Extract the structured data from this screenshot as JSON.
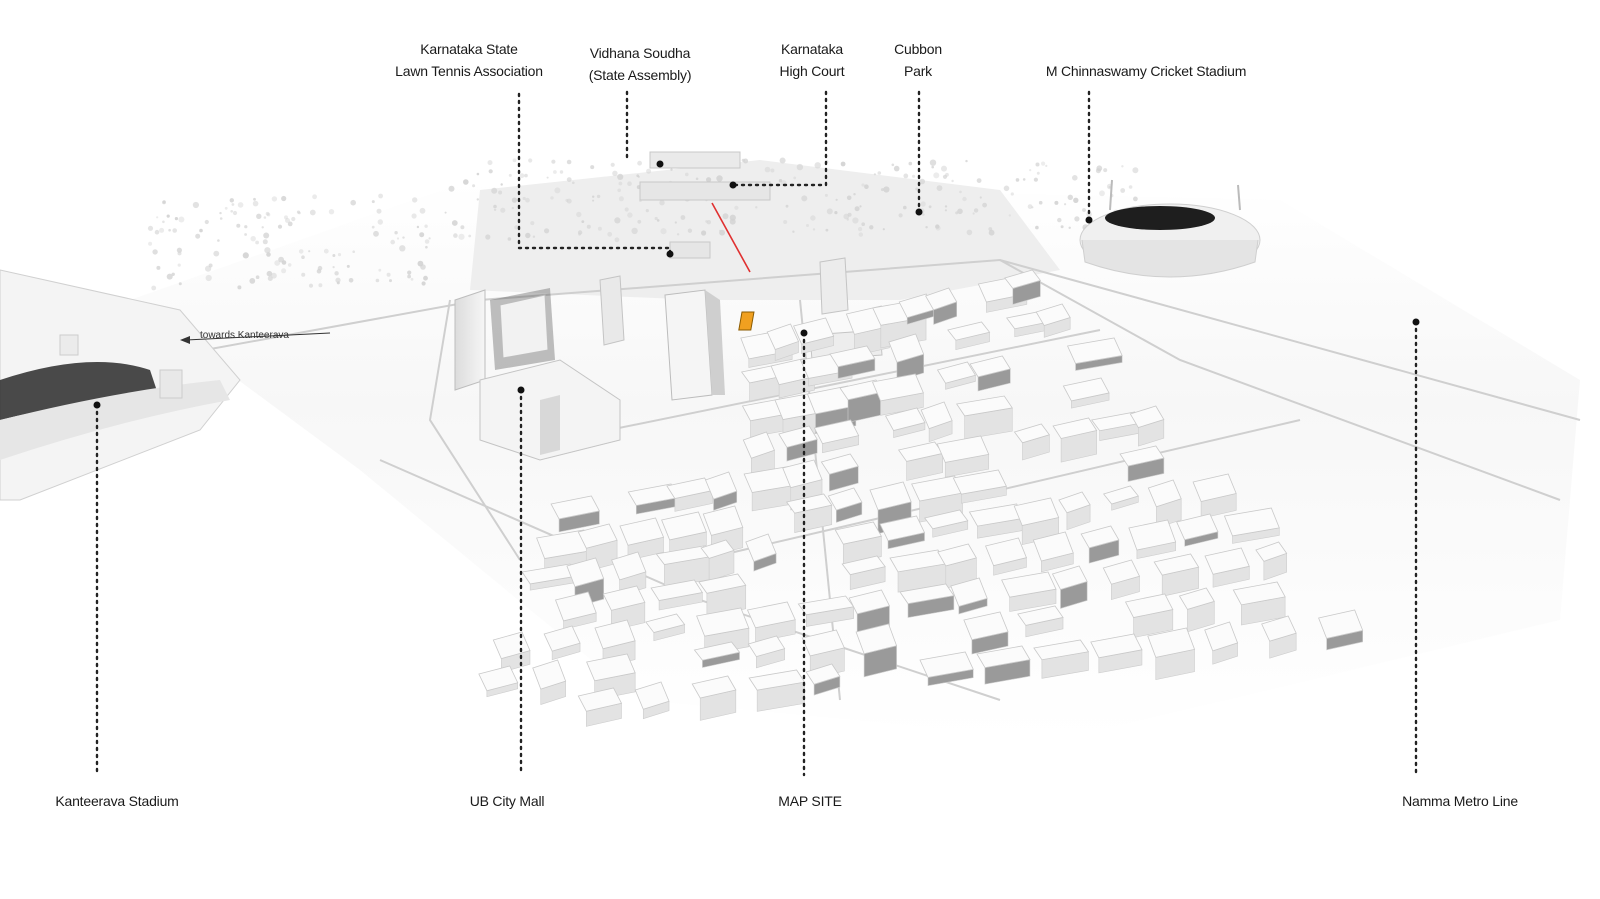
{
  "labels": {
    "kslta": [
      "Karnataka State",
      "Lawn Tennis Association"
    ],
    "vidhana": [
      "Vidhana Soudha",
      "(State Assembly)"
    ],
    "high_court": [
      "Karnataka",
      "High Court"
    ],
    "cubbon": [
      "Cubbon",
      "Park"
    ],
    "chinnaswamy": "M Chinnaswamy Cricket Stadium",
    "kanteerava": "Kanteerava Stadium",
    "ub_city": "UB City Mall",
    "map_site": "MAP SITE",
    "metro": "Namma Metro Line",
    "arrow_label": "towards Kanteerava"
  },
  "colors": {
    "site": "#f0a020",
    "link_line": "#e03030",
    "leader": "#222222"
  }
}
